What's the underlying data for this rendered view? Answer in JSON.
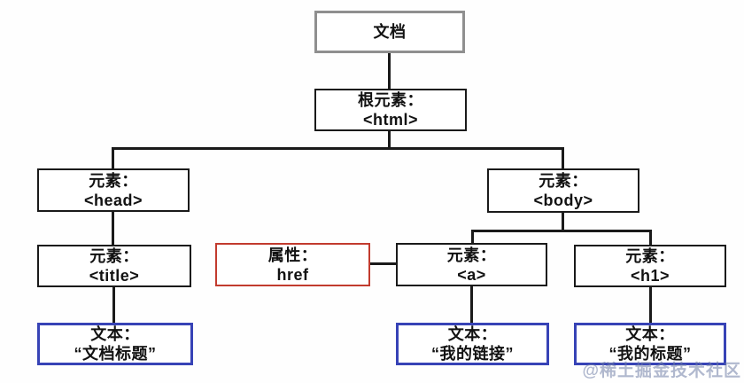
{
  "diagram": {
    "title_hint": "HTML DOM tree diagram",
    "nodes": {
      "document": {
        "line1": "文档"
      },
      "html": {
        "line1": "根元素：",
        "line2": "<html>"
      },
      "head": {
        "line1": "元素：",
        "line2": "<head>"
      },
      "body": {
        "line1": "元素：",
        "line2": "<body>"
      },
      "title": {
        "line1": "元素：",
        "line2": "<title>"
      },
      "href": {
        "line1": "属性：",
        "line2": "href"
      },
      "a": {
        "line1": "元素：",
        "line2": "<a>"
      },
      "h1": {
        "line1": "元素：",
        "line2": "<h1>"
      },
      "text_title": {
        "line1": "文本：",
        "line2": "“文档标题”"
      },
      "text_link": {
        "line1": "文本：",
        "line2": "“我的链接”"
      },
      "text_heading": {
        "line1": "文本：",
        "line2": "“我的标题”"
      }
    },
    "colors": {
      "document_border": "#8f8f8f",
      "element_border": "#1a1a1a",
      "attribute_border": "#c23b2e",
      "text_border": "#3743b6",
      "line": "#1a1a1a"
    },
    "watermark": "@稀土掘金技术社区"
  }
}
